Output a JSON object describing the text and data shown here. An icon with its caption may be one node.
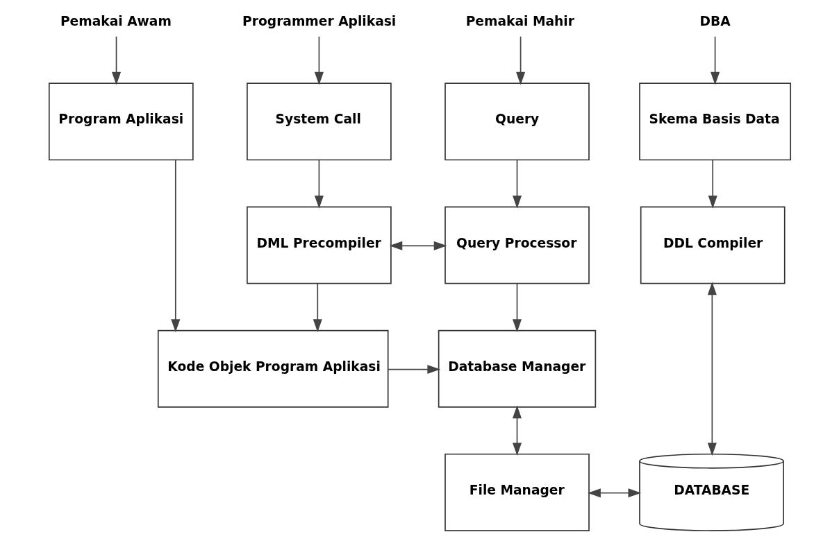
{
  "diagram": {
    "nodes": [
      {
        "text": [
          "Pemakai Awam"
        ]
      },
      {
        "text": [
          "Programmer Aplikasi"
        ]
      },
      {
        "text": [
          "Pemakai Mahir"
        ]
      },
      {
        "text": [
          "DBA"
        ]
      },
      {
        "text": [
          "Program Aplikasi"
        ]
      },
      {
        "text": [
          "System Call"
        ]
      },
      {
        "text": [
          "Query"
        ]
      },
      {
        "text": [
          "Skema Basis Data"
        ]
      },
      {
        "text": [
          "DML Precompiler"
        ]
      },
      {
        "text": [
          "Query Processor"
        ]
      },
      {
        "text": [
          "DDL Compiler"
        ]
      },
      {
        "text": [
          "Kode Objek Program Aplikasi"
        ]
      },
      {
        "text": [
          "Database Manager"
        ]
      },
      {
        "text": [
          "File Manager"
        ]
      },
      {
        "text": [
          "DATABASE"
        ]
      }
    ],
    "edges": [
      {
        "from": 0,
        "to": 4,
        "arrow": "to"
      },
      {
        "from": 1,
        "to": 5,
        "arrow": "to"
      },
      {
        "from": 2,
        "to": 6,
        "arrow": "to"
      },
      {
        "from": 3,
        "to": 7,
        "arrow": "to"
      },
      {
        "from": 4,
        "to": 11,
        "arrow": "to"
      },
      {
        "from": 5,
        "to": 8,
        "arrow": "to"
      },
      {
        "from": 6,
        "to": 9,
        "arrow": "to"
      },
      {
        "from": 7,
        "to": 10,
        "arrow": "to"
      },
      {
        "from": 8,
        "to": 9,
        "arrow": "both"
      },
      {
        "from": 8,
        "to": 11,
        "arrow": "to"
      },
      {
        "from": 9,
        "to": 12,
        "arrow": "to"
      },
      {
        "from": 11,
        "to": 12,
        "arrow": "to"
      },
      {
        "from": 12,
        "to": 13,
        "arrow": "both"
      },
      {
        "from": 13,
        "to": 14,
        "arrow": "both"
      },
      {
        "from": 10,
        "to": 14,
        "arrow": "both"
      }
    ]
  }
}
